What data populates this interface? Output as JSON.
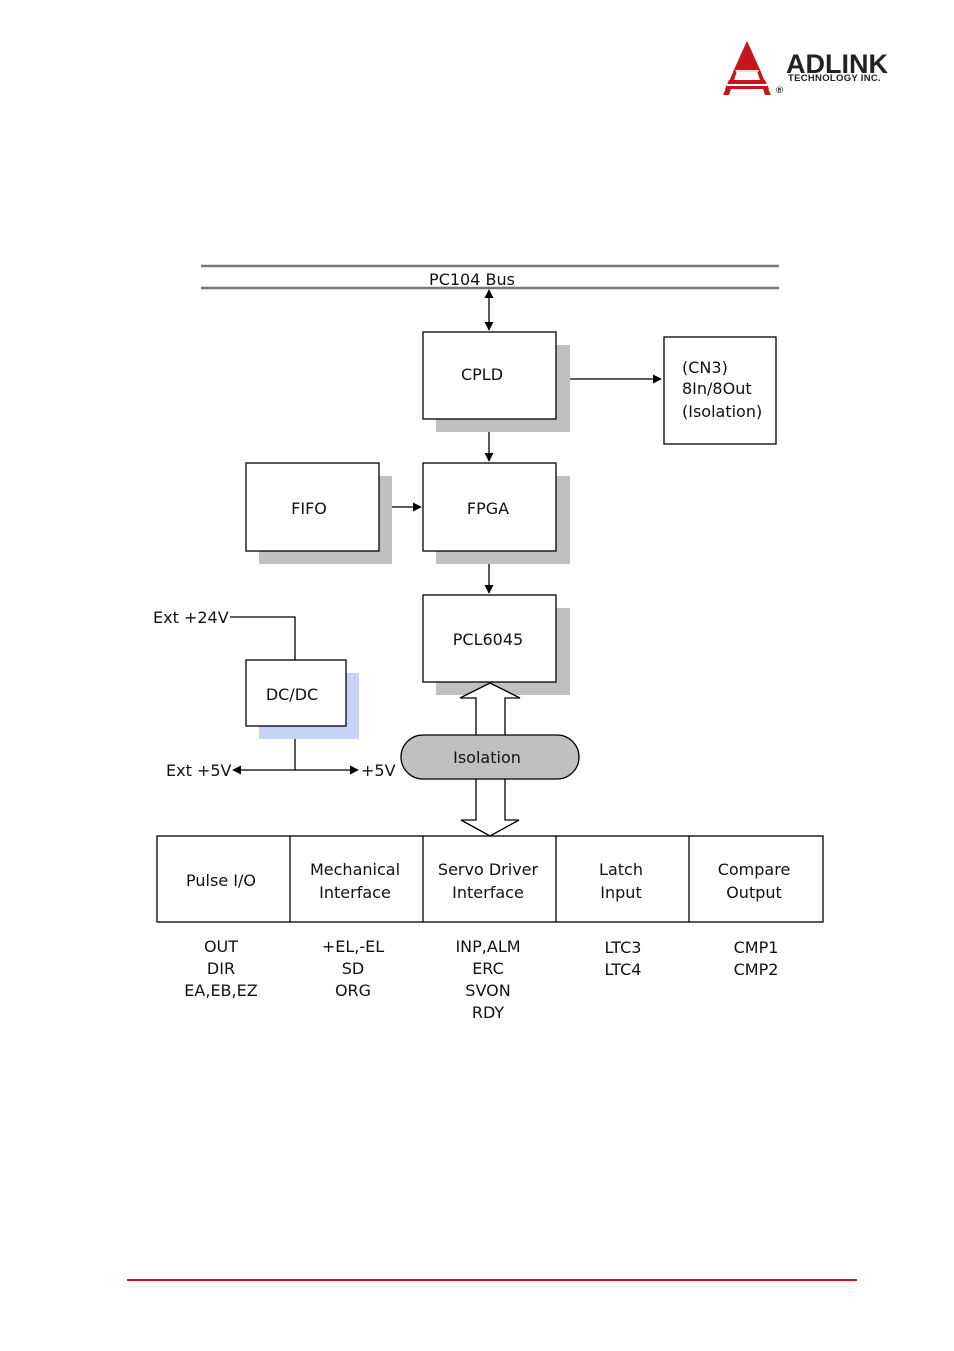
{
  "logo": {
    "name": "ADLINK",
    "tagline": "TECHNOLOGY INC.",
    "mark": "®",
    "brand_color": "#c8141c"
  },
  "diagram": {
    "bus": "PC104 Bus",
    "cpld": "CPLD",
    "cn3": [
      "(CN3)",
      "8In/8Out",
      "(Isolation)"
    ],
    "fifo": "FIFO",
    "fpga": "FPGA",
    "pcl": "PCL6045",
    "dcdc": "DC/DC",
    "ext24": "Ext +24V",
    "ext5": "Ext +5V",
    "plus5": "+5V",
    "isolation": "Isolation",
    "table": [
      {
        "header": [
          "Pulse I/O"
        ],
        "signals": [
          "OUT",
          "DIR",
          "EA,EB,EZ"
        ]
      },
      {
        "header": [
          "Mechanical",
          "Interface"
        ],
        "signals": [
          "+EL,-EL",
          "SD",
          "ORG"
        ]
      },
      {
        "header": [
          "Servo Driver",
          "Interface"
        ],
        "signals": [
          "INP,ALM",
          "ERC",
          "SVON",
          "RDY"
        ]
      },
      {
        "header": [
          "Latch",
          "Input"
        ],
        "signals": [
          "LTC3",
          "LTC4"
        ]
      },
      {
        "header": [
          "Compare",
          "Output"
        ],
        "signals": [
          "CMP1",
          "CMP2"
        ]
      }
    ]
  },
  "colors": {
    "shadow": "#c0c0c0",
    "dcdc_shadow": "#c8d2f8",
    "isolation_fill": "#c0c0c0",
    "footer_rule": "#c8141c"
  }
}
